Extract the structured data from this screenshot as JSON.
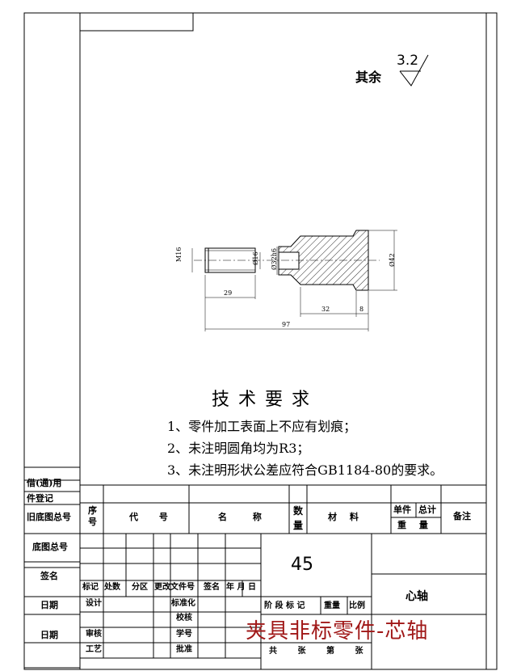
{
  "surface_finish": {
    "label": "其余",
    "value": "3.2"
  },
  "dimensions": {
    "thread": "M16",
    "bore": "Ø16",
    "shaft": "Ø32h6",
    "flange": "Ø42",
    "len_thread": "29",
    "len_shaft": "32",
    "len_flange": "8",
    "len_total": "97"
  },
  "requirements": {
    "title": "技 术 要 求",
    "items": [
      "1、零件加工表面上不应有划痕；",
      "2、未注明圆角均为R3；",
      "3、未注明形状公差应符合GB1184-80的要求。"
    ]
  },
  "side_labels": {
    "l1": "借(通)用",
    "l2": "件登记",
    "l3": "旧底图总号",
    "l4": "底图总号",
    "l5": "签名",
    "l6": "日期",
    "l7": "日期"
  },
  "parts_header": {
    "seq": "序\n号",
    "code": "代 号",
    "name": "名 称",
    "qty": "数\n量",
    "material": "材 料",
    "unit": "单件",
    "total": "总计",
    "weight": "重 量",
    "remark": "备注"
  },
  "title_block": {
    "material": "45",
    "part_name": "心轴",
    "rev_labels": [
      "标记",
      "处数",
      "分区",
      "更改文件号",
      "签名",
      "年 月 日"
    ],
    "design": "设计",
    "standardize": "标准化",
    "verify": "审核",
    "process": "工艺",
    "check": "校核",
    "student_no": "学号",
    "approve": "批准",
    "stage": "阶 段 标 记",
    "weight": "重量",
    "scale": "比例",
    "sheets": "共 张 第 张"
  },
  "watermark": "夹具非标零件-芯轴"
}
